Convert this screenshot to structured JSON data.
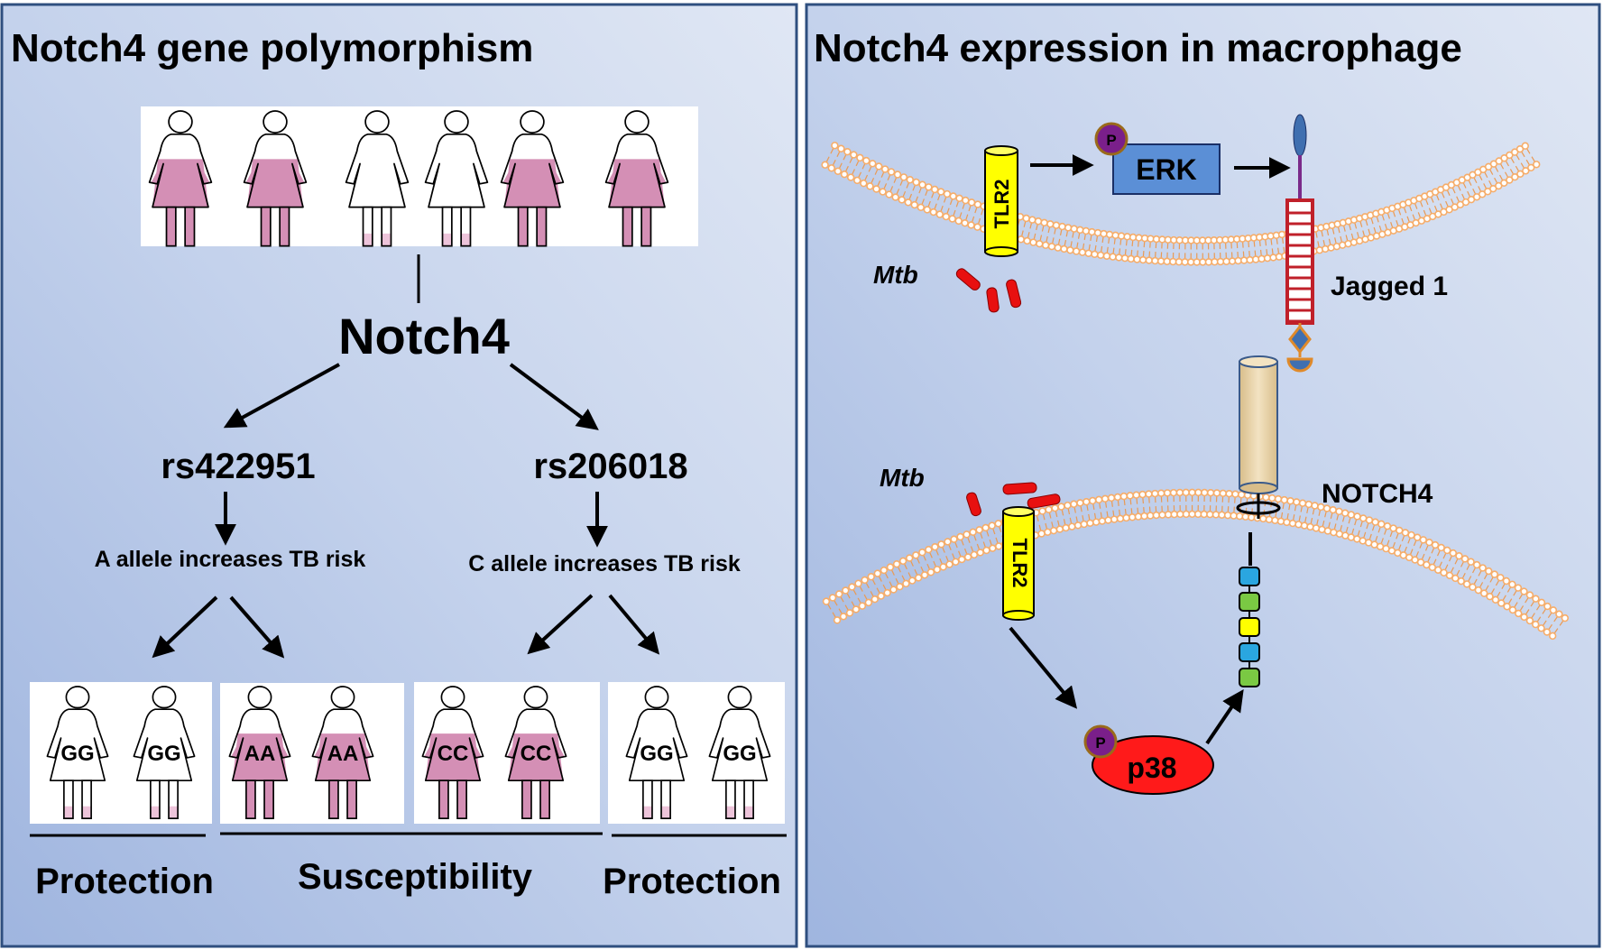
{
  "left_panel": {
    "title": "Notch4 gene polymorphism",
    "gene": "Notch4",
    "snp_left": {
      "id": "rs422951",
      "effect": "A allele increases TB risk"
    },
    "snp_right": {
      "id": "rs206018",
      "effect": "C allele increases TB risk"
    },
    "genotype_groups": [
      {
        "genotype": "GG",
        "status": "Protection",
        "affected": false
      },
      {
        "genotype": "AA",
        "status": "Susceptibility",
        "affected": true
      },
      {
        "genotype": "CC",
        "status": "Susceptibility",
        "affected": true
      },
      {
        "genotype": "GG",
        "status": "Protection",
        "affected": false
      }
    ],
    "outcomes": [
      "Protection",
      "Susceptibility",
      "Protection"
    ],
    "population_affected": [
      true,
      true,
      false,
      false,
      true,
      true
    ]
  },
  "right_panel": {
    "title": "Notch4 expression in macrophage",
    "top_receptor": "TLR2",
    "bottom_receptor": "TLR2",
    "pathogen_label_top": "Mtb",
    "pathogen_label_bottom": "Mtb",
    "kinase_top": "ERK",
    "kinase_bottom": "p38",
    "phospho_label": "P",
    "ligand": "Jagged 1",
    "receptor": "NOTCH4"
  },
  "colors": {
    "panel_border": "#2f4f7f",
    "pink": "#d48fb5",
    "pink_light": "#edc4da",
    "tlr2_yellow": "#ffff00",
    "erk_blue": "#5b8fd6",
    "p38_red": "#ff1a1a",
    "phospho_purple": "#7a1f8a",
    "membrane_orange": "#f6ad6a",
    "jagged_red": "#c0202a",
    "notch_tan": "#e8d2a6"
  }
}
